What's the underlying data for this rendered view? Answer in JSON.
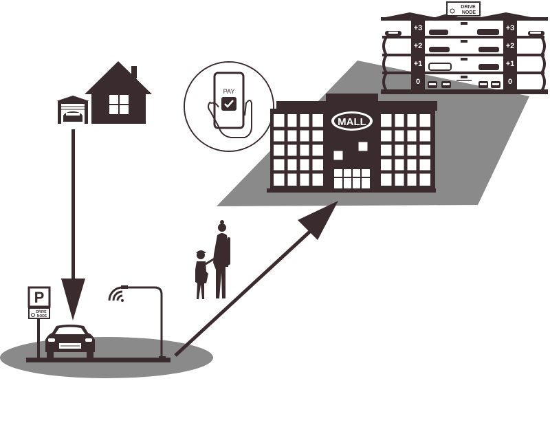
{
  "colors": {
    "ink": "#3a2b2e",
    "shadow": "#7a7a7a",
    "ground": "#8a8a8a",
    "background": "#ffffff"
  },
  "phone": {
    "pay_label": "PAY"
  },
  "mall": {
    "sign": "MALL"
  },
  "parking_sign": {
    "letter": "P",
    "brand_line1": "DRIVE",
    "brand_line2": "NODE"
  },
  "garage_sign": {
    "brand_line1": "DRIVE",
    "brand_line2": "NODE"
  },
  "garage_levels": [
    {
      "left": "+3",
      "right": "+3"
    },
    {
      "left": "+2",
      "right": "+2"
    },
    {
      "left": "+1",
      "right": "+1"
    },
    {
      "left": "0",
      "right": "0"
    }
  ],
  "icons": {
    "house": "house-icon",
    "garage": "home-garage-icon",
    "car": "car-icon",
    "wifi": "wireless-signal-icon",
    "phone": "smartphone-pay-icon",
    "pedestrians": "adult-and-child-icon",
    "mall": "shopping-mall-icon",
    "parking_structure": "parking-garage-icon"
  }
}
